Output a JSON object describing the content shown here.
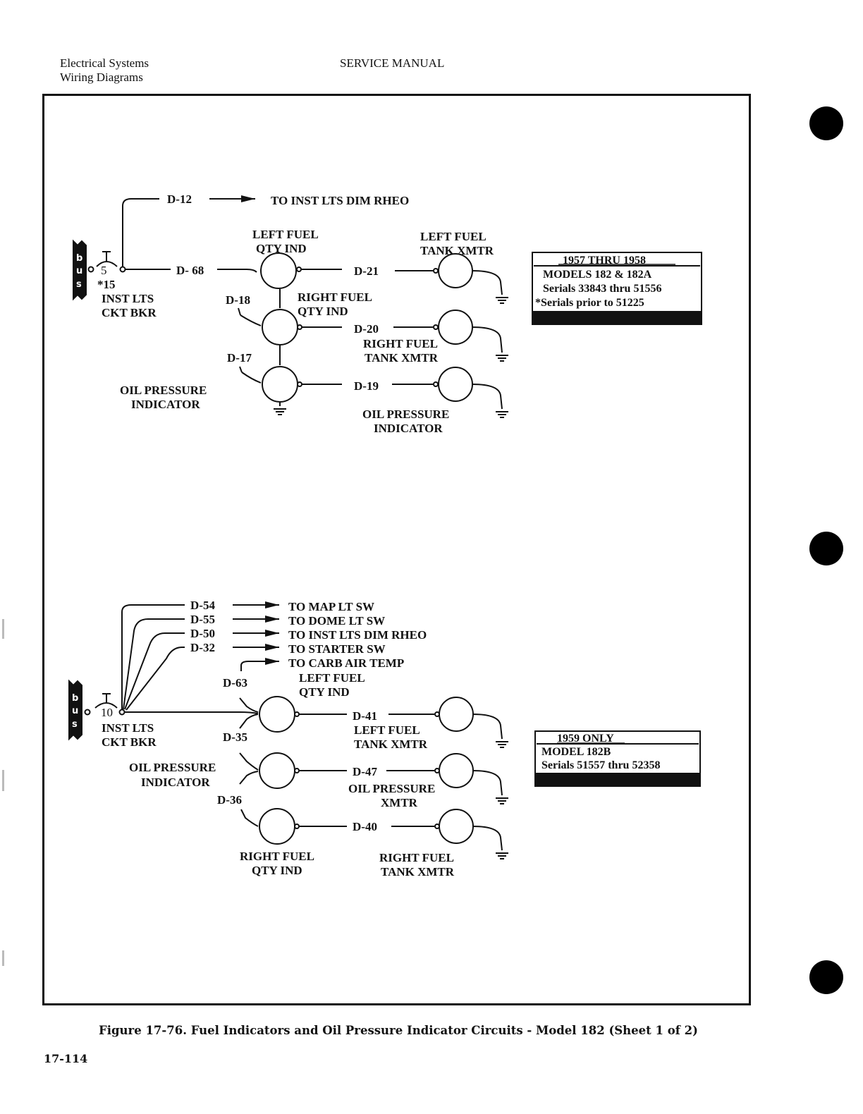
{
  "header": {
    "left_line1": "Electrical Systems",
    "left_line2": "Wiring Diagrams",
    "center": "SERVICE MANUAL"
  },
  "bus_letters": [
    "b",
    "u",
    "s"
  ],
  "diagram_top": {
    "breaker_number": "5",
    "breaker_alt_number": "*15",
    "breaker_label_1": "INST LTS",
    "breaker_label_2": "CKT BKR",
    "wire_d12": "D-12",
    "dest_d12": "TO INST LTS DIM RHEO",
    "wire_d68": "D- 68",
    "wire_d18": "D-18",
    "wire_d17": "D-17",
    "wire_d21": "D-21",
    "wire_d20": "D-20",
    "wire_d19": "D-19",
    "left_fuel_qty_1": "LEFT FUEL",
    "left_fuel_qty_2": "QTY IND",
    "left_fuel_xmtr_1": "LEFT FUEL",
    "left_fuel_xmtr_2": "TANK XMTR",
    "right_fuel_qty_1": "RIGHT FUEL",
    "right_fuel_qty_2": "QTY IND",
    "right_fuel_xmtr_1": "RIGHT FUEL",
    "right_fuel_xmtr_2": "TANK XMTR",
    "oil_ind_left_1": "OIL PRESSURE",
    "oil_ind_left_2": "INDICATOR",
    "oil_ind_right_1": "OIL PRESSURE",
    "oil_ind_right_2": "INDICATOR",
    "effectivity": {
      "title": "1957 THRU 1958",
      "line1": "MODELS 182 & 182A",
      "line2": "Serials 33843 thru 51556",
      "line3": "*Serials prior to 51225"
    }
  },
  "diagram_bottom": {
    "breaker_number": "10",
    "breaker_label_1": "INST LTS",
    "breaker_label_2": "CKT BKR",
    "wire_d54": "D-54",
    "wire_d55": "D-55",
    "wire_d50": "D-50",
    "wire_d32": "D-32",
    "dest_d54": "TO MAP LT SW",
    "dest_d55": "TO DOME LT SW",
    "dest_d50": "TO INST LTS DIM RHEO",
    "dest_d32": "TO STARTER SW",
    "dest_carb": "TO CARB AIR TEMP",
    "wire_d63": "D-63",
    "wire_d35": "D-35",
    "wire_d36": "D-36",
    "wire_d41": "D-41",
    "wire_d47": "D-47",
    "wire_d40": "D-40",
    "left_fuel_qty_1": "LEFT FUEL",
    "left_fuel_qty_2": "QTY IND",
    "left_fuel_xmtr_1": "LEFT FUEL",
    "left_fuel_xmtr_2": "TANK XMTR",
    "oil_ind_1": "OIL PRESSURE",
    "oil_ind_2": "INDICATOR",
    "oil_xmtr_1": "OIL PRESSURE",
    "oil_xmtr_2": "XMTR",
    "right_fuel_qty_1": "RIGHT FUEL",
    "right_fuel_qty_2": "QTY IND",
    "right_fuel_xmtr_1": "RIGHT FUEL",
    "right_fuel_xmtr_2": "TANK XMTR",
    "effectivity": {
      "title": "1959 ONLY",
      "line1": "MODEL 182B",
      "line2": "Serials 51557 thru 52358"
    }
  },
  "caption": "Figure 17-76.  Fuel Indicators and Oil Pressure Indicator Circuits - Model 182 (Sheet 1 of 2)",
  "page_number": "17-114"
}
